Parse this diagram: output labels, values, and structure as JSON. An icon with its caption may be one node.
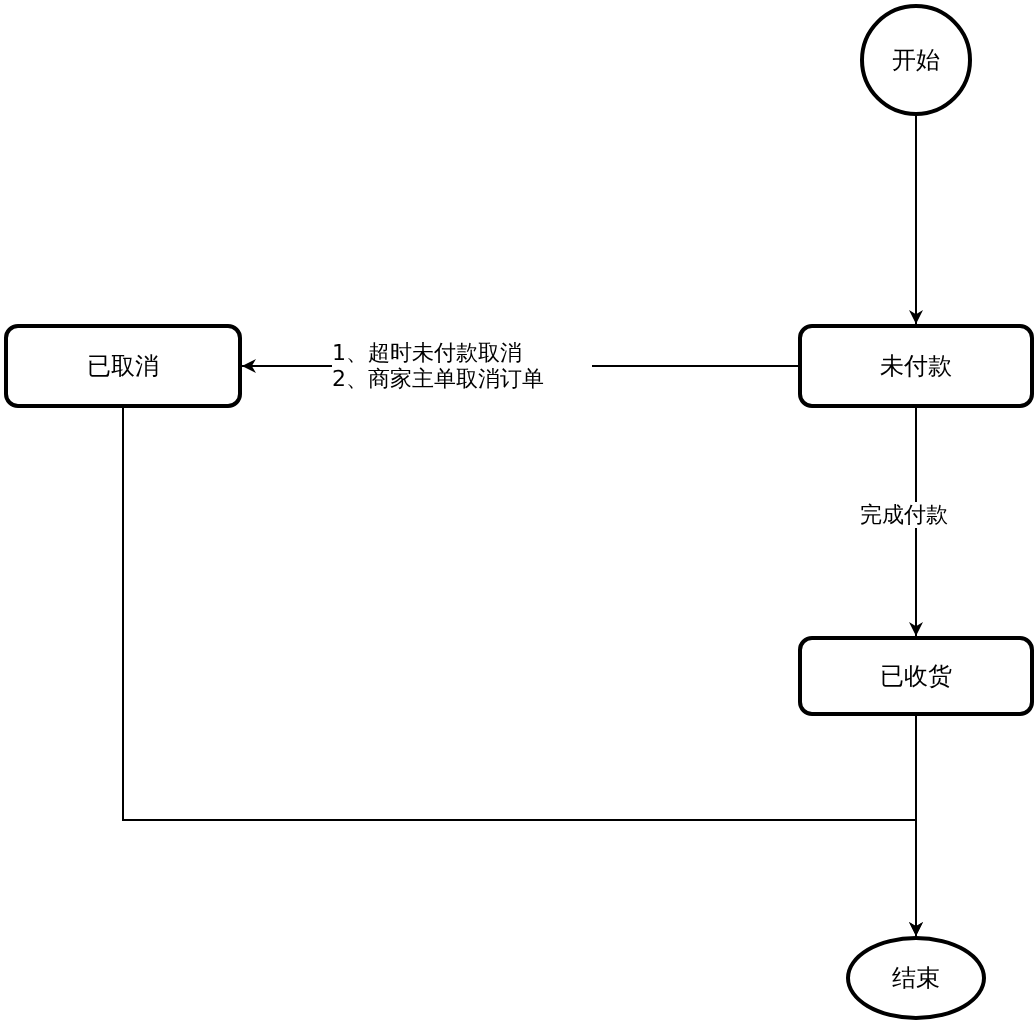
{
  "diagram": {
    "nodes": [
      {
        "text": [
          "开始"
        ]
      },
      {
        "text": [
          "未付款"
        ]
      },
      {
        "text": [
          "已取消"
        ]
      },
      {
        "text": [
          "已收货"
        ]
      },
      {
        "text": [
          "结束"
        ]
      }
    ],
    "edges": [
      {
        "from": 0,
        "to": 1,
        "arrow": "to"
      },
      {
        "from": 1,
        "to": 2,
        "arrow": "to",
        "label": "1、超时未付款取消 2、商家主单取消订单"
      },
      {
        "from": 1,
        "to": 3,
        "arrow": "to",
        "label": "完成付款"
      },
      {
        "from": 3,
        "to": 4,
        "arrow": "to"
      },
      {
        "from": 2,
        "to": 4,
        "arrow": "to"
      }
    ]
  }
}
